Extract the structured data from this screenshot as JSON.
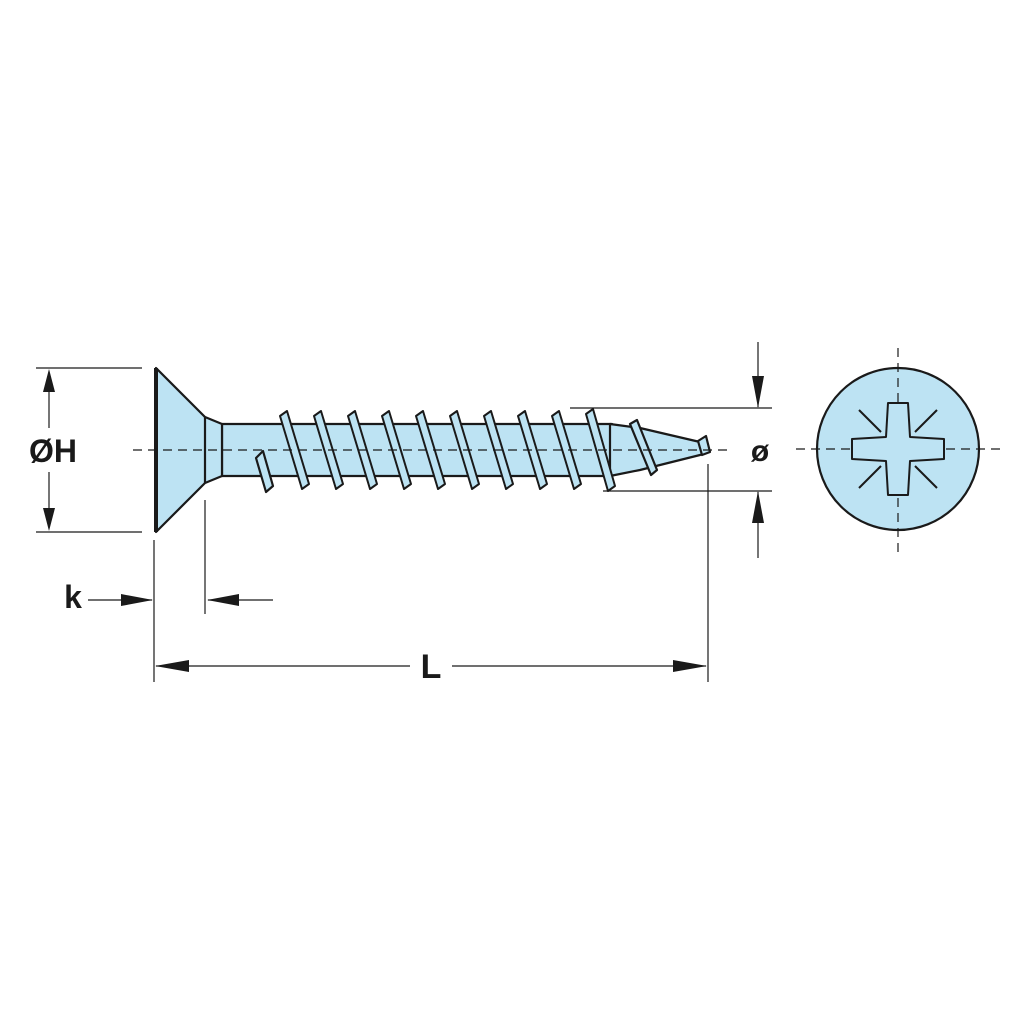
{
  "colors": {
    "screw_fill": "#bde3f3",
    "outline": "#1a1a1a",
    "background": "#ffffff"
  },
  "labels": {
    "head_diameter": "ØH",
    "head_height": "k",
    "length": "L",
    "thread_diameter": "ø"
  },
  "icons": {
    "head_drive": "pozidriv-cross-icon"
  }
}
